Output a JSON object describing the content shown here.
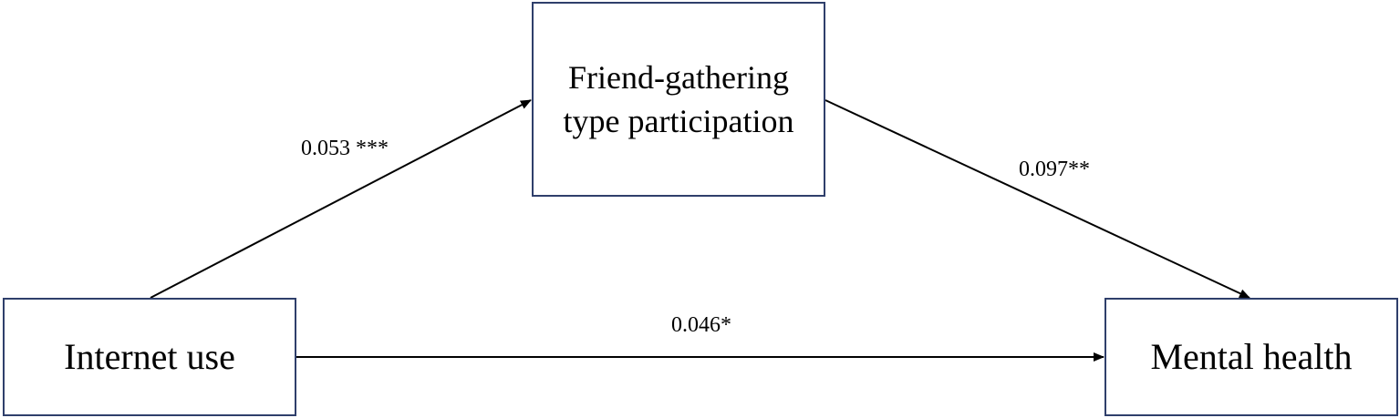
{
  "nodes": {
    "internet_use": "Internet use",
    "mediator": "Friend-gathering type participation",
    "mental_health": "Mental health"
  },
  "paths": {
    "a": "0.053 ***",
    "b": "0.097**",
    "c": "0.046*"
  },
  "colors": {
    "box_border": "#2f3f6b",
    "arrow": "#000000"
  }
}
